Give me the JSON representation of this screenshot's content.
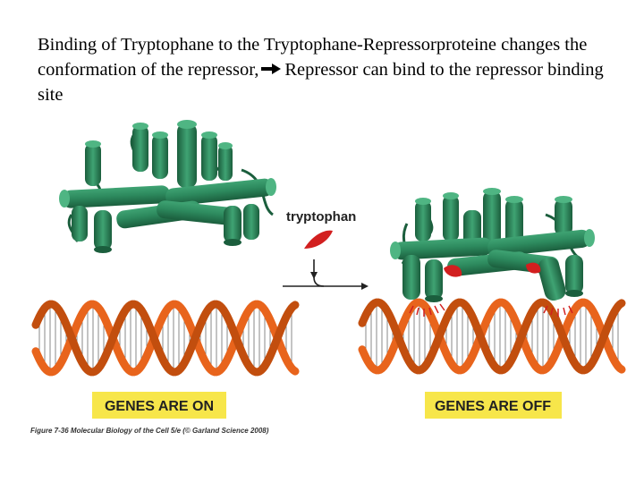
{
  "heading": {
    "part1": "Binding of  Tryptophane to the Tryptophane-Repressorproteine changes the conformation of the repressor,",
    "part2": "Repressor can bind to the repressor binding site"
  },
  "figure": {
    "inducer_label": "tryptophan",
    "left_state_label": "GENES ARE ON",
    "right_state_label": "GENES ARE OFF",
    "caption": "Figure 7-36  Molecular Biology of the Cell 5/e (© Garland Science 2008)"
  },
  "colors": {
    "protein": "#2d8a5e",
    "protein_dark": "#1b5e3d",
    "dna_strand": "#e8641c",
    "dna_rung": "#8a8a8a",
    "tryptophan": "#d21f1f",
    "label_box": "#f7e64a"
  },
  "icons": {
    "arrow": "arrow-right-icon"
  }
}
